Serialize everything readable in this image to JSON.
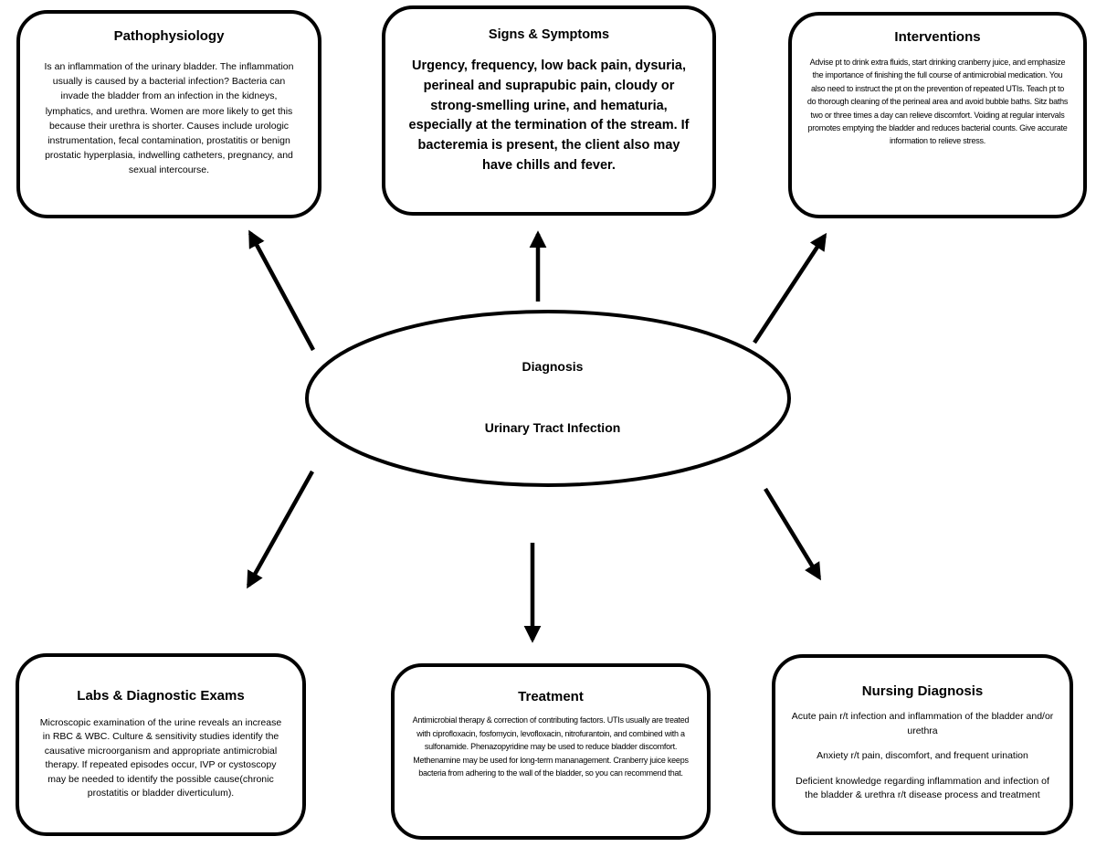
{
  "center": {
    "label": "Diagnosis",
    "name": "Urinary Tract Infection"
  },
  "pathophysiology": {
    "title": "Pathophysiology",
    "body": "Is an inflammation of the urinary bladder. The inflammation usually is caused by a bacterial infection? Bacteria can invade the bladder from an infection in the kidneys, lymphatics, and urethra. Women are more likely to get this because their urethra is shorter. Causes include urologic instrumentation, fecal contamination, prostatitis or benign prostatic hyperplasia, indwelling catheters, pregnancy, and sexual intercourse."
  },
  "signs": {
    "title": "Signs & Symptoms",
    "body": "Urgency, frequency, low back pain, dysuria, perineal and suprapubic pain, cloudy or strong-smelling urine, and hematuria, especially at the termination of the stream. If bacteremia is present, the client also may have chills and fever."
  },
  "interventions": {
    "title": "Interventions",
    "body": "Advise pt to drink extra fluids, start drinking cranberry juice, and emphasize the importance of finishing the full course of antimicrobial medication. You also need to instruct the pt on the prevention of repeated UTIs. Teach pt to do thorough cleaning of the perineal area and avoid bubble baths. Sitz baths two or three times a day can relieve discomfort. Voiding at regular intervals promotes emptying the bladder and reduces bacterial counts. Give accurate information to relieve stress."
  },
  "labs": {
    "title": "Labs & Diagnostic Exams",
    "body": "Microscopic examination of the urine reveals an increase in RBC & WBC. Culture & sensitivity studies identify the causative microorganism and appropriate antimicrobial therapy. If repeated episodes occur, IVP or cystoscopy may be needed to identify the possible cause(chronic prostatitis or bladder diverticulum)."
  },
  "treatment": {
    "title": "Treatment",
    "body": "Antimicrobial therapy & correction of contributing factors. UTIs usually are treated with ciprofloxacin, fosfomycin, levofloxacin, nitrofurantoin, and combined with a sulfonamide. Phenazopyridine may be used to reduce bladder discomfort. Methenamine may be used for long-term mananagement. Cranberry juice keeps bacteria from adhering to the wall of the bladder, so you can recommend that."
  },
  "nursing": {
    "title": "Nursing Diagnosis",
    "items": [
      "Acute pain r/t infection and inflammation of the bladder and/or urethra",
      "Anxiety r/t pain, discomfort, and frequent urination",
      "Deficient knowledge regarding inflammation and infection of the bladder & urethra r/t disease process and treatment"
    ]
  },
  "colors": {
    "line": "#000000",
    "background": "#ffffff"
  }
}
